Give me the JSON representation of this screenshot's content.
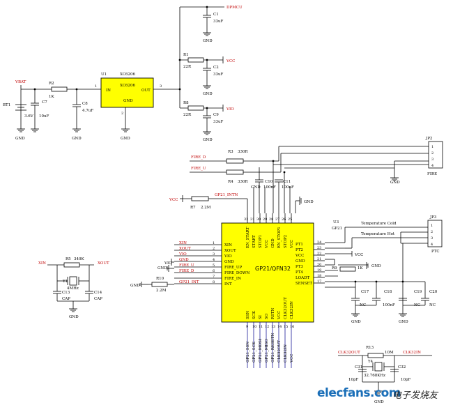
{
  "regulator": {
    "ref": "U1",
    "part": "XC6206",
    "in_label": "IN",
    "out_label": "OUT",
    "gnd_label": "GND",
    "pin_in": "1",
    "pin_out": "3",
    "pin_gnd": "2"
  },
  "battery": {
    "ref": "BT1",
    "voltage": "3.6V",
    "net": "VBAT"
  },
  "resistors": {
    "r2": {
      "ref": "R2",
      "value": "1K"
    },
    "r1": {
      "ref": "R1",
      "value": "22R"
    },
    "r8": {
      "ref": "R8",
      "value": "22R"
    },
    "r3": {
      "ref": "R3",
      "value": "330R"
    },
    "r4": {
      "ref": "R4",
      "value": "330R"
    },
    "r7": {
      "ref": "R7",
      "value": "2.2M"
    },
    "r5": {
      "ref": "R5",
      "value": "340K"
    },
    "r10": {
      "ref": "R10",
      "value": "2.2M"
    },
    "r9": {
      "ref": "R9",
      "value": "1K"
    },
    "r13": {
      "ref": "R13",
      "value": "10M"
    }
  },
  "capacitors": {
    "c7": {
      "ref": "C7",
      "value": "10uF"
    },
    "c8": {
      "ref": "C8",
      "value": "4.7uF"
    },
    "c1": {
      "ref": "C1",
      "value": "33uF"
    },
    "c2": {
      "ref": "C2",
      "value": "33uF"
    },
    "c9": {
      "ref": "C9",
      "value": "33uF"
    },
    "c10": {
      "ref": "C10",
      "value": "100nF"
    },
    "c11": {
      "ref": "C11",
      "value": "100nF"
    },
    "c13": {
      "ref": "C13",
      "value": "CAP"
    },
    "c14": {
      "ref": "C14",
      "value": "CAP"
    },
    "c17": {
      "ref": "C17",
      "value": "NC"
    },
    "c18": {
      "ref": "C18",
      "value": "100nF"
    },
    "c19": {
      "ref": "C19",
      "value": "NC"
    },
    "c20": {
      "ref": "C20",
      "value": "NC"
    },
    "c31": {
      "ref": "C31",
      "value": "10pF"
    },
    "c32": {
      "ref": "C32",
      "value": "10pF"
    }
  },
  "crystals": {
    "y1": {
      "ref": "Y1",
      "value": "4MHz"
    },
    "y4": {
      "ref": "Y4",
      "value": "32.768KHz"
    }
  },
  "nets": {
    "dpmcu": "DPMCU",
    "vcc": "VCC",
    "vio": "VIO",
    "gnd": "GND",
    "fire_d": "FIRE_D",
    "fire_u": "FIRE_U",
    "gp21_intn": "GP21_INTN",
    "gp21_int": "GP21_INT",
    "xin": "XIN",
    "xout": "XOUT",
    "clk32out": "CLK32OUT",
    "clk32in": "CLK32IN",
    "temp_cold": "Temperature Cold",
    "temp_hot": "Temperature Hot",
    "nc": "NC"
  },
  "connectors": {
    "jp2": {
      "ref": "JP2",
      "label": "FIRE",
      "pins": [
        "1",
        "2",
        "3",
        "4"
      ]
    },
    "jp3": {
      "ref": "JP3",
      "label": "PTC",
      "pins": [
        "1",
        "2",
        "3",
        "4"
      ]
    }
  },
  "gp21": {
    "ref": "U3",
    "name": "GP21",
    "package": "GP21/QFN32",
    "top_pins": [
      {
        "num": "32",
        "label": "EN_START"
      },
      {
        "num": "31",
        "label": "START"
      },
      {
        "num": "30",
        "label": "STOP1"
      },
      {
        "num": "29",
        "label": "VCC"
      },
      {
        "num": "28",
        "label": "GND"
      },
      {
        "num": "27",
        "label": "EN_STOP1"
      },
      {
        "num": "26",
        "label": "STOP2"
      },
      {
        "num": "25",
        "label": "VCC"
      }
    ],
    "left_pins": [
      {
        "num": "1",
        "label": "XIN",
        "net": "XIN"
      },
      {
        "num": "2",
        "label": "XOUT",
        "net": "XOUT"
      },
      {
        "num": "3",
        "label": "VIO",
        "net": "VIO"
      },
      {
        "num": "4",
        "label": "GND",
        "net": "GND"
      },
      {
        "num": "5",
        "label": "FIRE_UP",
        "net": "FIRE_U"
      },
      {
        "num": "6",
        "label": "FIRE_DOWN",
        "net": "FIRE_D"
      },
      {
        "num": "7",
        "label": "FIRE_IN",
        "net": ""
      },
      {
        "num": "8",
        "label": "INT",
        "net": "GP21_INT"
      }
    ],
    "right_pins": [
      {
        "num": "24",
        "label": "PT1"
      },
      {
        "num": "23",
        "label": "PT2"
      },
      {
        "num": "22",
        "label": "VCC"
      },
      {
        "num": "21",
        "label": "GND"
      },
      {
        "num": "20",
        "label": "PT3"
      },
      {
        "num": "19",
        "label": "PT4"
      },
      {
        "num": "18",
        "label": "LOADT"
      },
      {
        "num": "17",
        "label": "SENSET"
      }
    ],
    "bottom_pins": [
      {
        "num": "9",
        "label": "SSN",
        "net": "GP21_SSN"
      },
      {
        "num": "10",
        "label": "SCK",
        "net": "GP21_SCK"
      },
      {
        "num": "11",
        "label": "SI",
        "net": "GP21_MOSI"
      },
      {
        "num": "12",
        "label": "SO",
        "net": "GP21_MISO"
      },
      {
        "num": "13",
        "label": "RSTN",
        "net": "GP21_RESETN"
      },
      {
        "num": "14",
        "label": "VCC",
        "net": "CLK32OUT"
      },
      {
        "num": "15",
        "label": "CLK32OUT",
        "net": "CLK32IN"
      },
      {
        "num": "16",
        "label": "CLK32IN",
        "net": "VCC"
      }
    ]
  },
  "logo": {
    "text": "elecfans.com",
    "cn": "电子发烧友"
  }
}
